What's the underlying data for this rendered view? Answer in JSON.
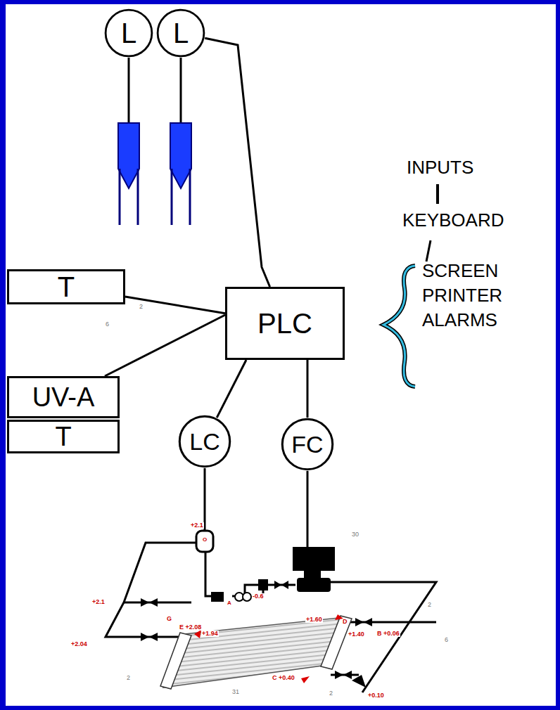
{
  "diagram": {
    "nodes": [
      {
        "text": [
          "L"
        ]
      },
      {
        "text": [
          "L"
        ]
      },
      {
        "text": [
          "T"
        ]
      },
      {
        "text": [
          "PLC"
        ]
      },
      {
        "text": [
          "UV-A"
        ]
      },
      {
        "text": [
          "T"
        ]
      },
      {
        "text": [
          "LC"
        ]
      },
      {
        "text": [
          "FC"
        ]
      }
    ],
    "edges": [
      {
        "from": 1,
        "to": 3,
        "arrow": "none"
      },
      {
        "from": 2,
        "to": 3,
        "arrow": "none"
      },
      {
        "from": 4,
        "to": 3,
        "arrow": "none"
      },
      {
        "from": 6,
        "to": 3,
        "arrow": "none"
      },
      {
        "from": 7,
        "to": 3,
        "arrow": "none"
      }
    ],
    "labels": [
      "INPUTS",
      "KEYBOARD",
      "SCREEN",
      "PRINTER",
      "ALARMS",
      "+2.1",
      "O",
      "+2.1",
      "G",
      "+2.04",
      "E +2.08",
      "+1.94",
      "A",
      "-0.6",
      "+1.60",
      "D",
      "B +0.06",
      "+1.40",
      "C +0.40",
      "+0.10",
      "2",
      "6",
      "30",
      "2",
      "6",
      "2",
      "31",
      "2"
    ]
  }
}
